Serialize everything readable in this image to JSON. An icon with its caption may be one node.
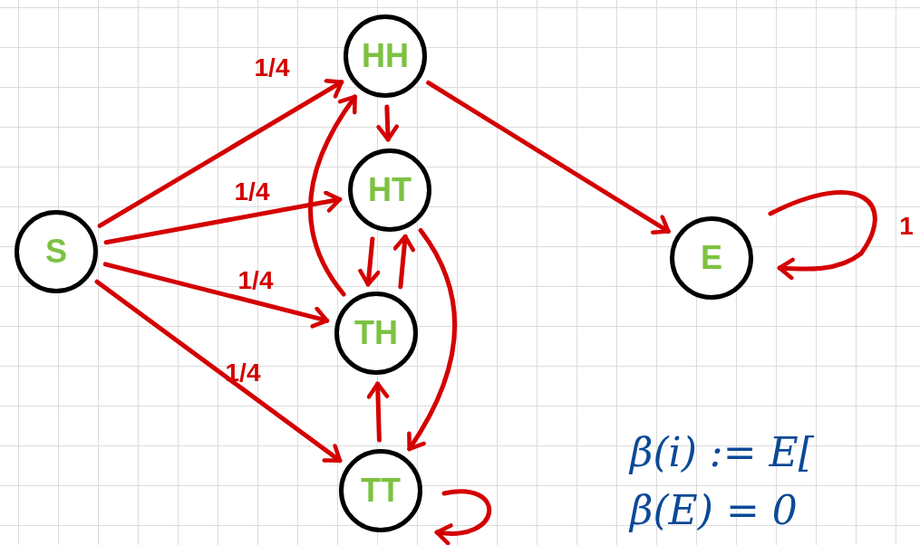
{
  "diagram": {
    "nodes": [
      {
        "text": [
          "S"
        ]
      },
      {
        "text": [
          "HH"
        ]
      },
      {
        "text": [
          "HT"
        ]
      },
      {
        "text": [
          "TH"
        ]
      },
      {
        "text": [
          "TT"
        ]
      },
      {
        "text": [
          "E"
        ]
      }
    ],
    "edges": [
      {
        "from": 0,
        "to": 1,
        "arrow": "to",
        "label": "1/4"
      },
      {
        "from": 0,
        "to": 2,
        "arrow": "to",
        "label": "1/4"
      },
      {
        "from": 0,
        "to": 3,
        "arrow": "to",
        "label": "1/4"
      },
      {
        "from": 0,
        "to": 4,
        "arrow": "to",
        "label": "1/4"
      },
      {
        "from": 1,
        "to": 2,
        "arrow": "to"
      },
      {
        "from": 2,
        "to": 3,
        "arrow": "to"
      },
      {
        "from": 3,
        "to": 2,
        "arrow": "to"
      },
      {
        "from": 3,
        "to": 1,
        "arrow": "to"
      },
      {
        "from": 2,
        "to": 4,
        "arrow": "to"
      },
      {
        "from": 4,
        "to": 3,
        "arrow": "to"
      },
      {
        "from": 4,
        "to": 4,
        "arrow": "to"
      },
      {
        "from": 1,
        "to": 5,
        "arrow": "to"
      },
      {
        "from": 5,
        "to": 5,
        "arrow": "to",
        "label": "1"
      }
    ],
    "labels": [
      "β(i) := E[",
      "β(E) = 0"
    ]
  }
}
